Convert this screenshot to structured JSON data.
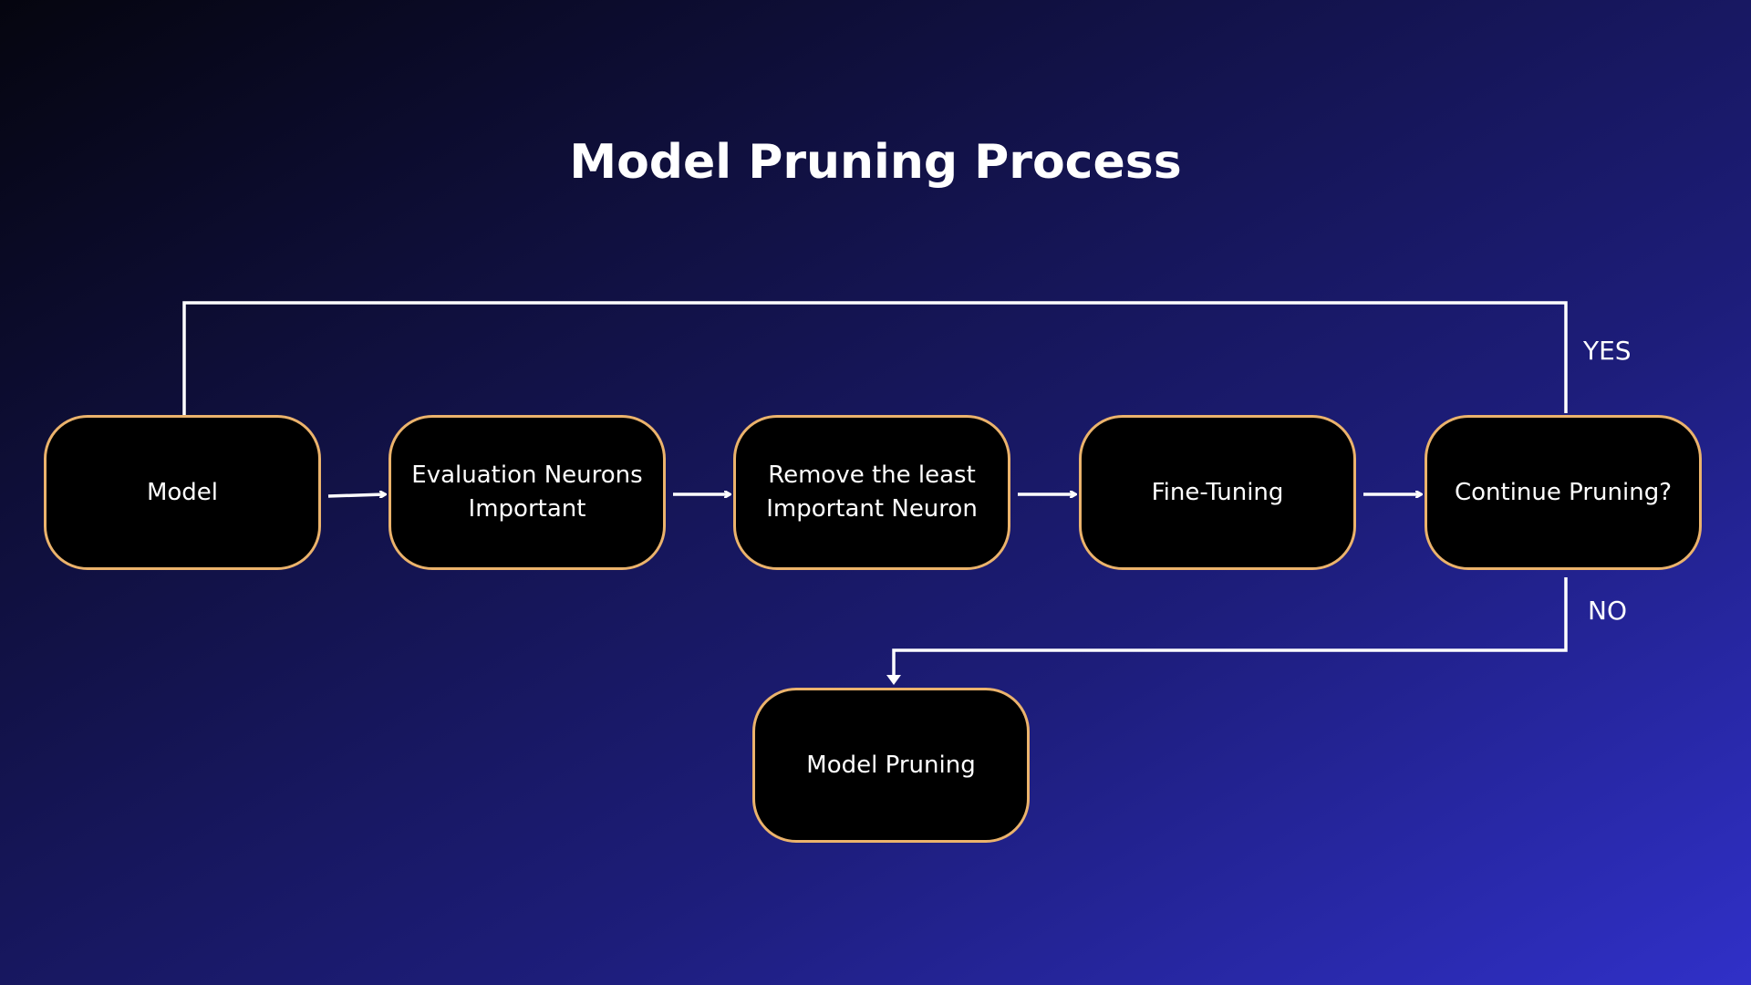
{
  "title": "Model Pruning Process",
  "nodes": [
    {
      "id": "model",
      "label": "Model"
    },
    {
      "id": "evaluate",
      "label": "Evaluation Neurons Important"
    },
    {
      "id": "remove",
      "label": "Remove the least Important Neuron"
    },
    {
      "id": "finetune",
      "label": "Fine-Tuning"
    },
    {
      "id": "decision",
      "label": "Continue Pruning?"
    },
    {
      "id": "result",
      "label": "Model Pruning"
    }
  ],
  "edges": {
    "yes_label": "YES",
    "no_label": "NO"
  },
  "colors": {
    "border": "#ebb36c",
    "box": "#000000",
    "line": "#ffffff"
  }
}
